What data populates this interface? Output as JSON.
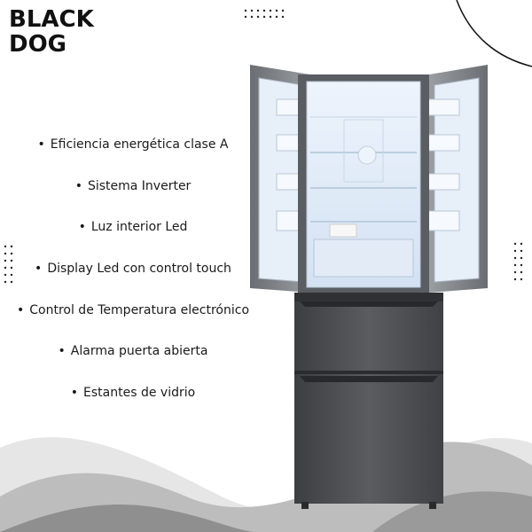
{
  "brand": {
    "line1": "BLACK",
    "line2": "DOG"
  },
  "features": [
    "Eficiencia energética clase A",
    "Sistema Inverter",
    "Luz interior Led",
    "Display Led con control touch",
    "Control de Temperatura electrónico",
    "Alarma puerta abierta",
    "Estantes de vidrio"
  ],
  "colors": {
    "text": "#1a1a1a",
    "wave_light": "#e3e3e3",
    "wave_mid": "#b5b5b5",
    "wave_dark": "#8d8d8d",
    "steel": "#4d4f52",
    "interior": "#dde9f7"
  }
}
